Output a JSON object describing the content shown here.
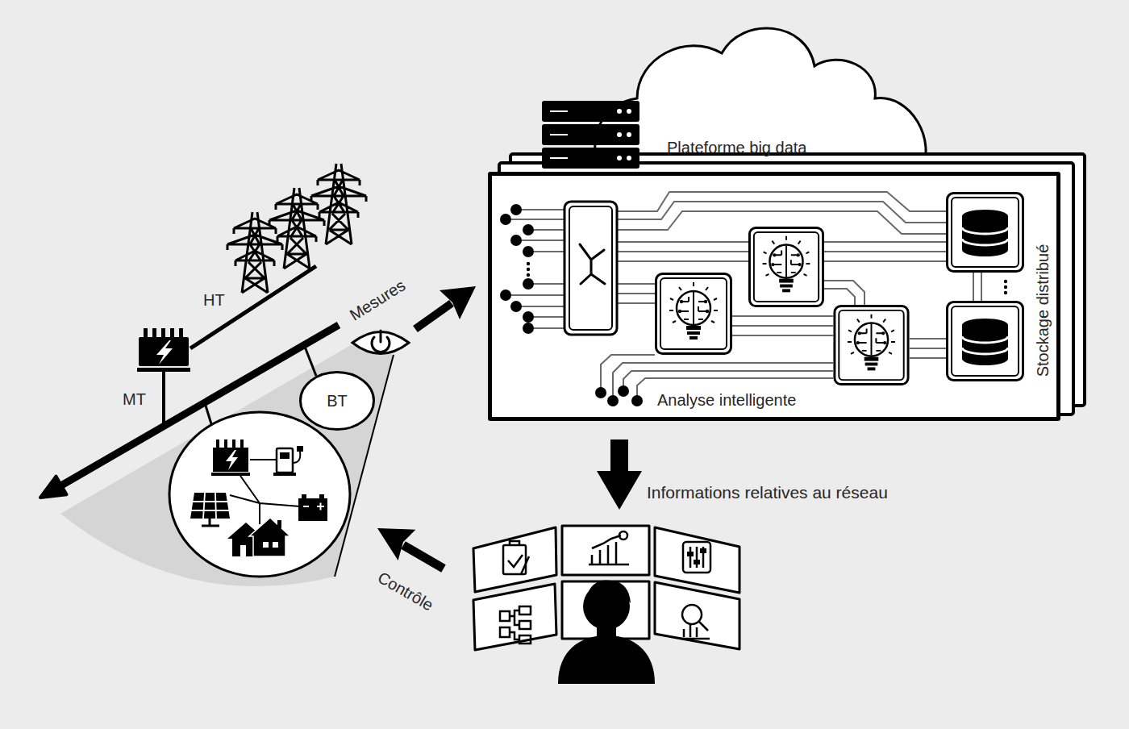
{
  "diagram": {
    "nodes": [
      {
        "text": [
          "Plateforme big data",
          "Analyse intelligente",
          "Stockage distribué"
        ]
      },
      {
        "text": [
          "BT"
        ]
      }
    ],
    "labels": [
      "HT",
      "MT",
      "Mesures",
      "Informations relatives au réseau",
      "Contrôle"
    ]
  }
}
